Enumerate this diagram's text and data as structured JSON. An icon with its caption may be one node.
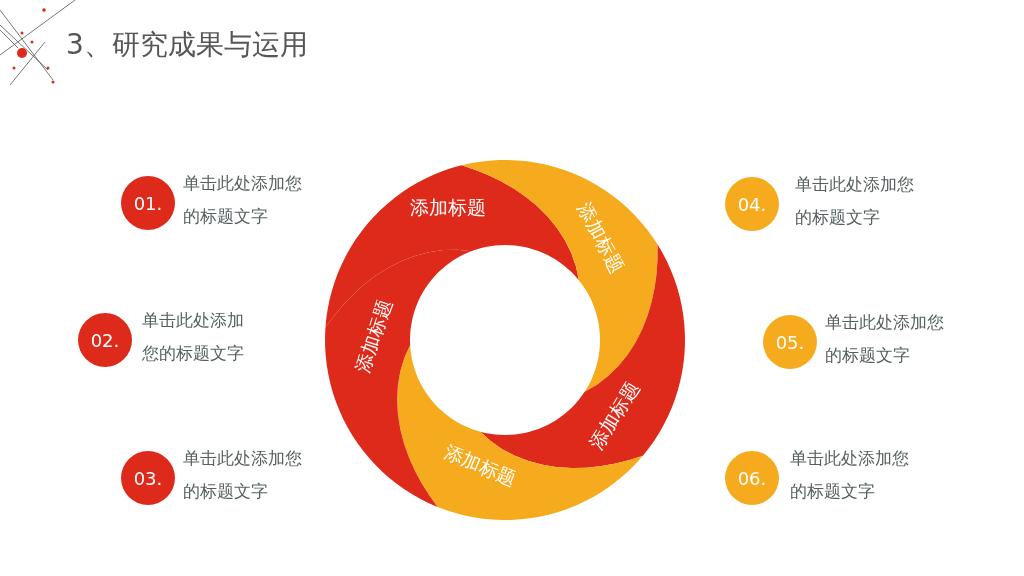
{
  "diagram": {
    "title": "3、研究成果与运用",
    "nodes": [
      {
        "text": [
          "01."
        ],
        "beside": [
          "单击此处添加您的标题文字"
        ]
      },
      {
        "text": [
          "02."
        ],
        "beside": [
          "单击此处添加您的标题文字"
        ]
      },
      {
        "text": [
          "03."
        ],
        "beside": [
          "单击此处添加您的标题文字"
        ]
      },
      {
        "text": [
          "04."
        ],
        "beside": [
          "单击此处添加您的标题文字"
        ]
      },
      {
        "text": [
          "05."
        ],
        "beside": [
          "单击此处添加您的标题文字"
        ]
      },
      {
        "text": [
          "06."
        ],
        "beside": [
          "单击此处添加您的标题文字"
        ]
      },
      {
        "text": [
          "添加标题"
        ]
      },
      {
        "text": [
          "添加标题"
        ]
      },
      {
        "text": [
          "添加标题"
        ]
      },
      {
        "text": [
          "添加标题"
        ]
      },
      {
        "text": [
          "添加标题"
        ]
      }
    ]
  }
}
